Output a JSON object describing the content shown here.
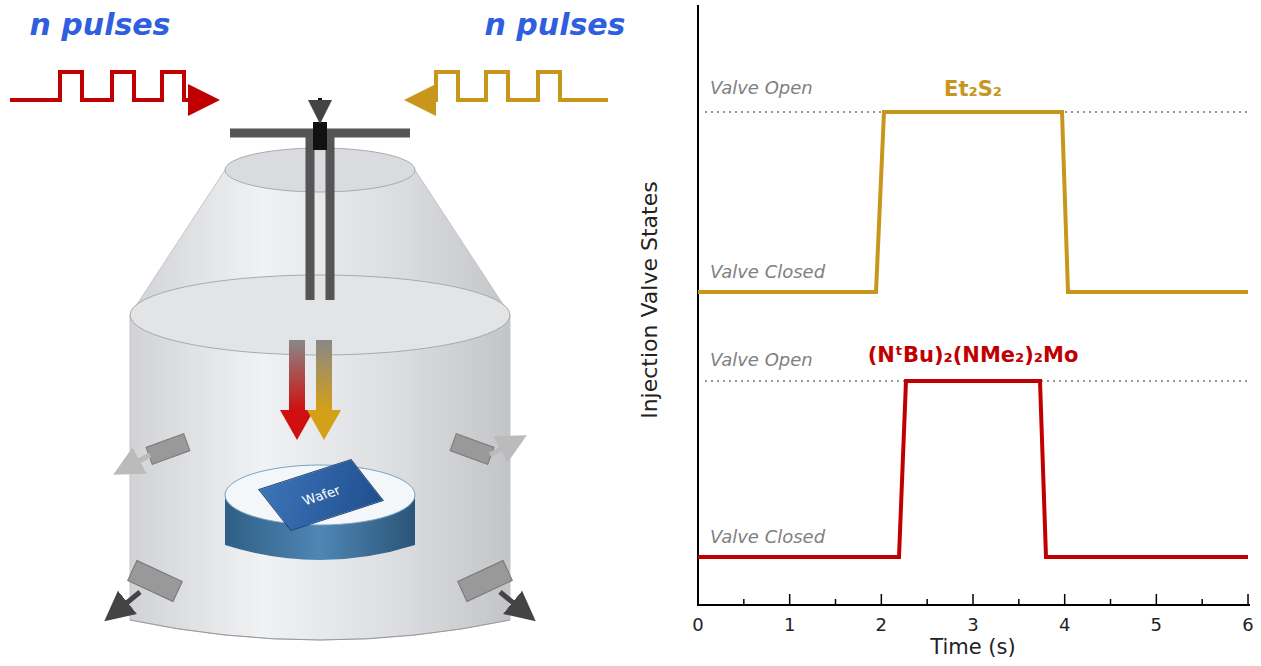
{
  "diagram": {
    "nodes": [
      {
        "text": [
          "Wafer"
        ]
      }
    ],
    "labels": [
      "n pulses",
      "n pulses",
      "Valve Open",
      "Valve Closed",
      "Valve Open",
      "Valve Closed",
      "Et₂S₂",
      "(NᵗBu)₂(NMe₂)₂Mo",
      "Injection Valve States",
      "0",
      "1",
      "2",
      "3",
      "4",
      "5",
      "6",
      "Time (s)"
    ]
  }
}
